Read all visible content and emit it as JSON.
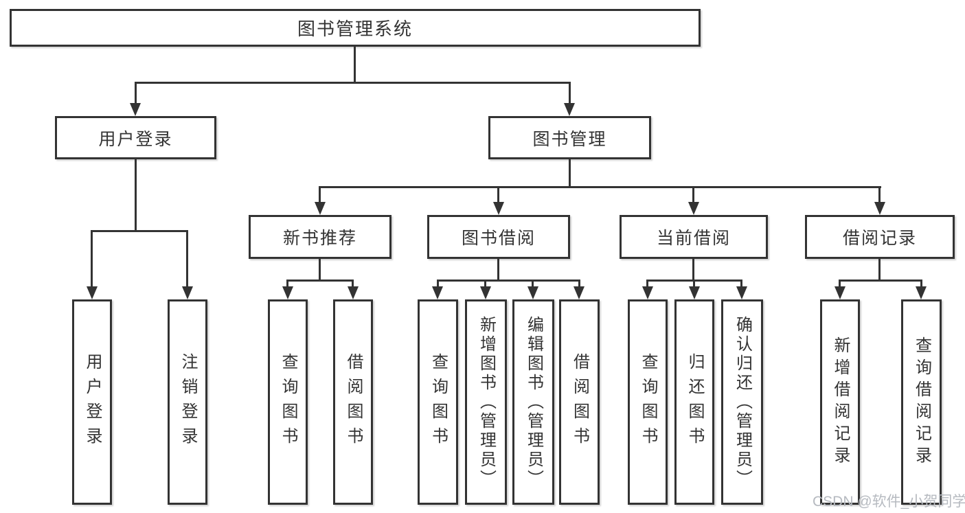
{
  "nodes": {
    "root": "图书管理系统",
    "user_login": "用户登录",
    "book_mgmt": "图书管理",
    "new_book": "新书推荐",
    "book_borrow": "图书借阅",
    "current_borrow": "当前借阅",
    "borrow_record": "借阅记录"
  },
  "leaves": {
    "user_login": [
      "用户登录",
      "注销登录"
    ],
    "new_book": [
      "查询图书",
      "借阅图书"
    ],
    "book_borrow": [
      "查询图书",
      "新增图书（管理员）",
      "编辑图书（管理员）",
      "借阅图书"
    ],
    "current_borrow": [
      "查询图书",
      "归还图书",
      "确认归还（管理员）"
    ],
    "borrow_record": [
      "新增借阅记录",
      "查询借阅记录"
    ]
  },
  "watermark": "CSDN @软件_小贺同学",
  "colors": {
    "line": "#333333",
    "text": "#333333",
    "box_fill": "#ffffff",
    "watermark": "#b6bac0",
    "background": "#ffffff"
  },
  "chart_type": "hierarchy-diagram"
}
